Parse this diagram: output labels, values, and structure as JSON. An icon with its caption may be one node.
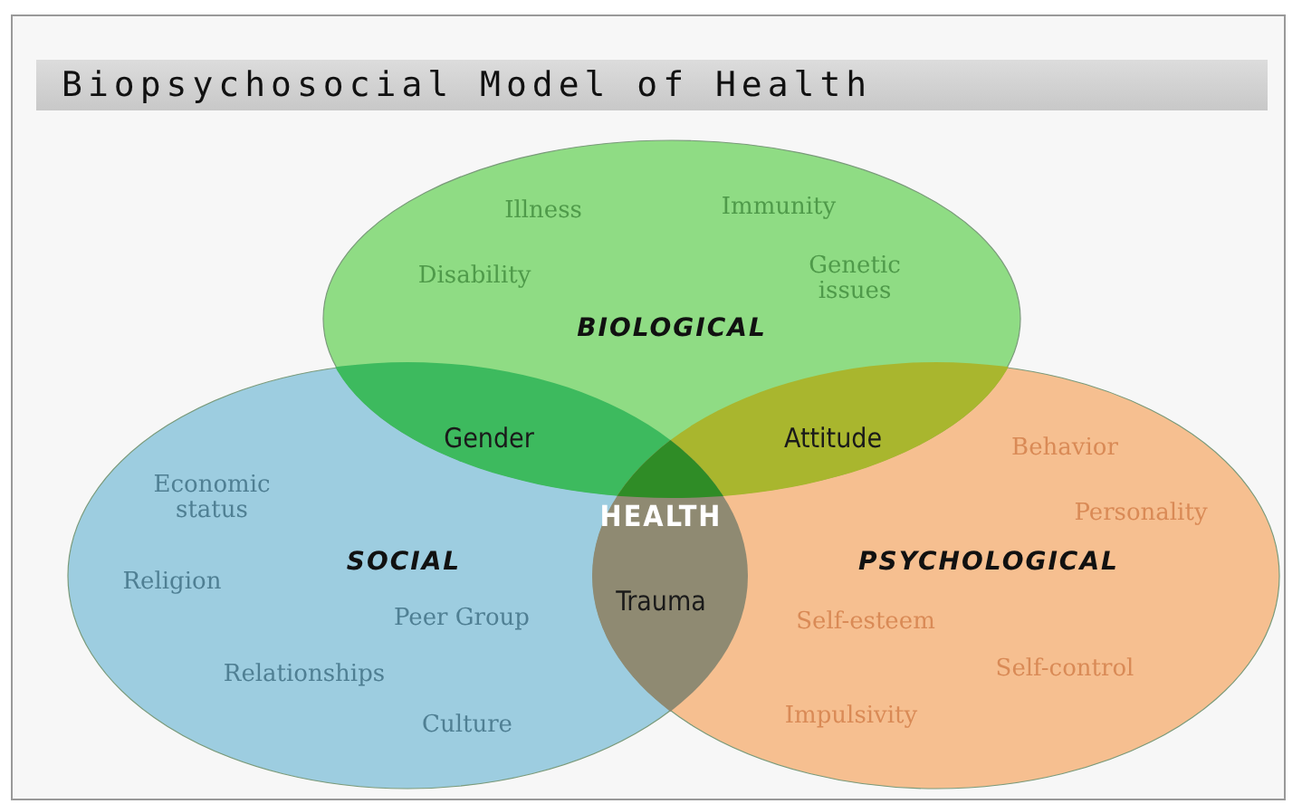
{
  "diagram": {
    "title": "Biopsychosocial Model of Health",
    "nodes": [
      {
        "text": [
          "BIOLOGICAL",
          "Illness",
          "Immunity",
          "Disability",
          "Genetic issues"
        ]
      },
      {
        "text": [
          "SOCIAL",
          "Economic status",
          "Religion",
          "Peer Group",
          "Relationships",
          "Culture"
        ]
      },
      {
        "text": [
          "PSYCHOLOGICAL",
          "Behavior",
          "Personality",
          "Self-esteem",
          "Self-control",
          "Impulsivity"
        ]
      }
    ],
    "labels": [
      "Gender",
      "Attitude",
      "HEALTH",
      "Trauma"
    ]
  }
}
